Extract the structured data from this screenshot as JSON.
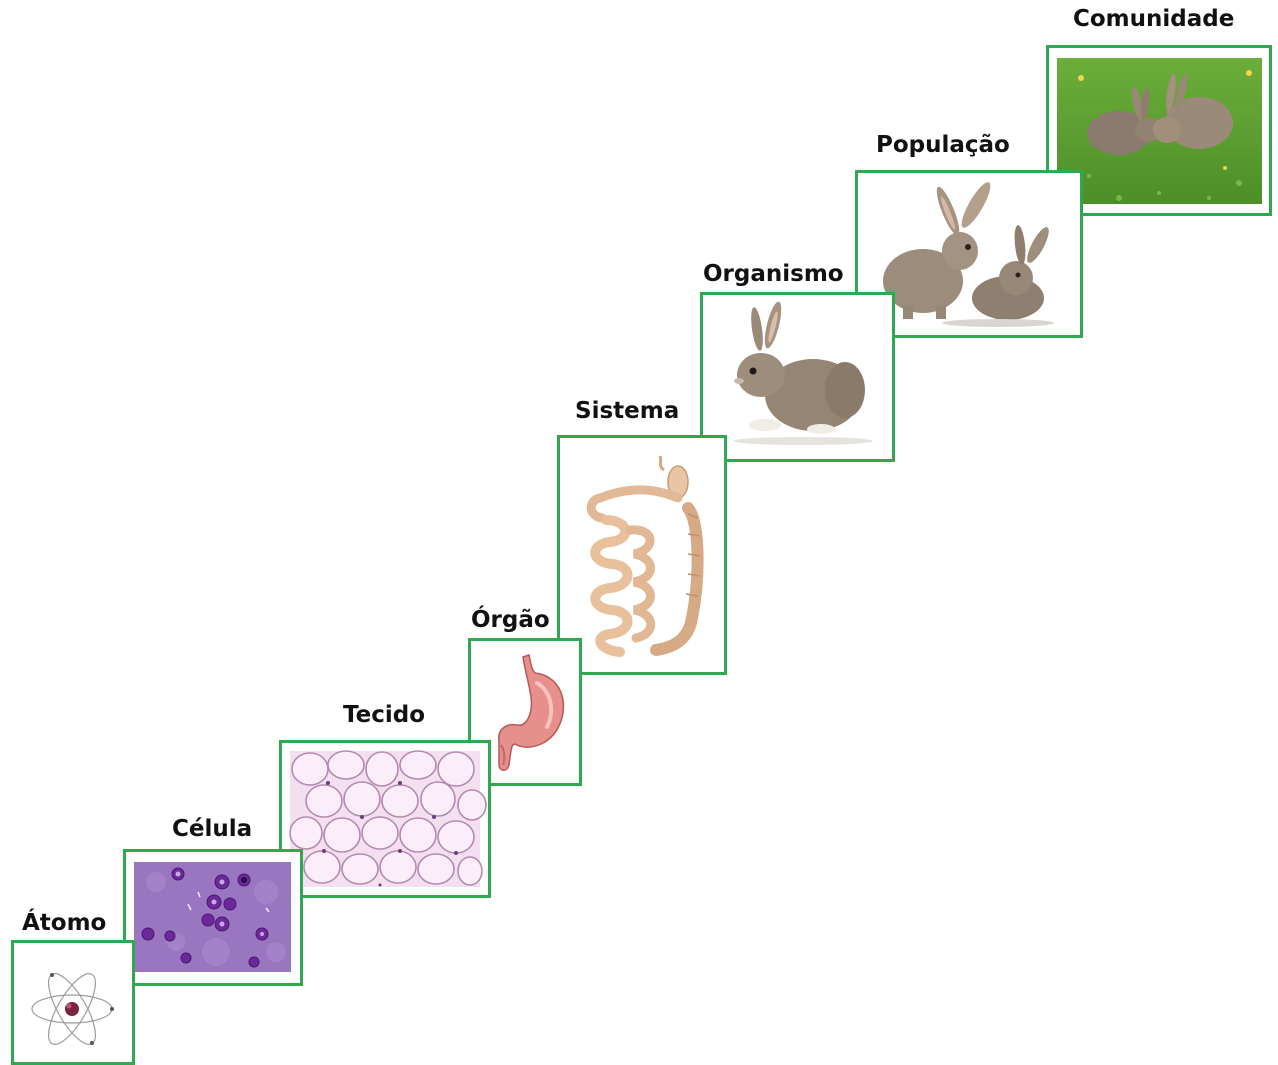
{
  "levels": [
    {
      "label": "Átomo",
      "image": "atom-image"
    },
    {
      "label": "Célula",
      "image": "cells-image"
    },
    {
      "label": "Tecido",
      "image": "tissue-image"
    },
    {
      "label": "Órgão",
      "image": "stomach-image"
    },
    {
      "label": "Sistema",
      "image": "intestine-image"
    },
    {
      "label": "Organismo",
      "image": "rabbit-image"
    },
    {
      "label": "População",
      "image": "two-rabbits-image"
    },
    {
      "label": "Comunidade",
      "image": "rabbits-meadow-image"
    }
  ],
  "colors": {
    "frame": "#2fa84f",
    "label": "#111111"
  }
}
